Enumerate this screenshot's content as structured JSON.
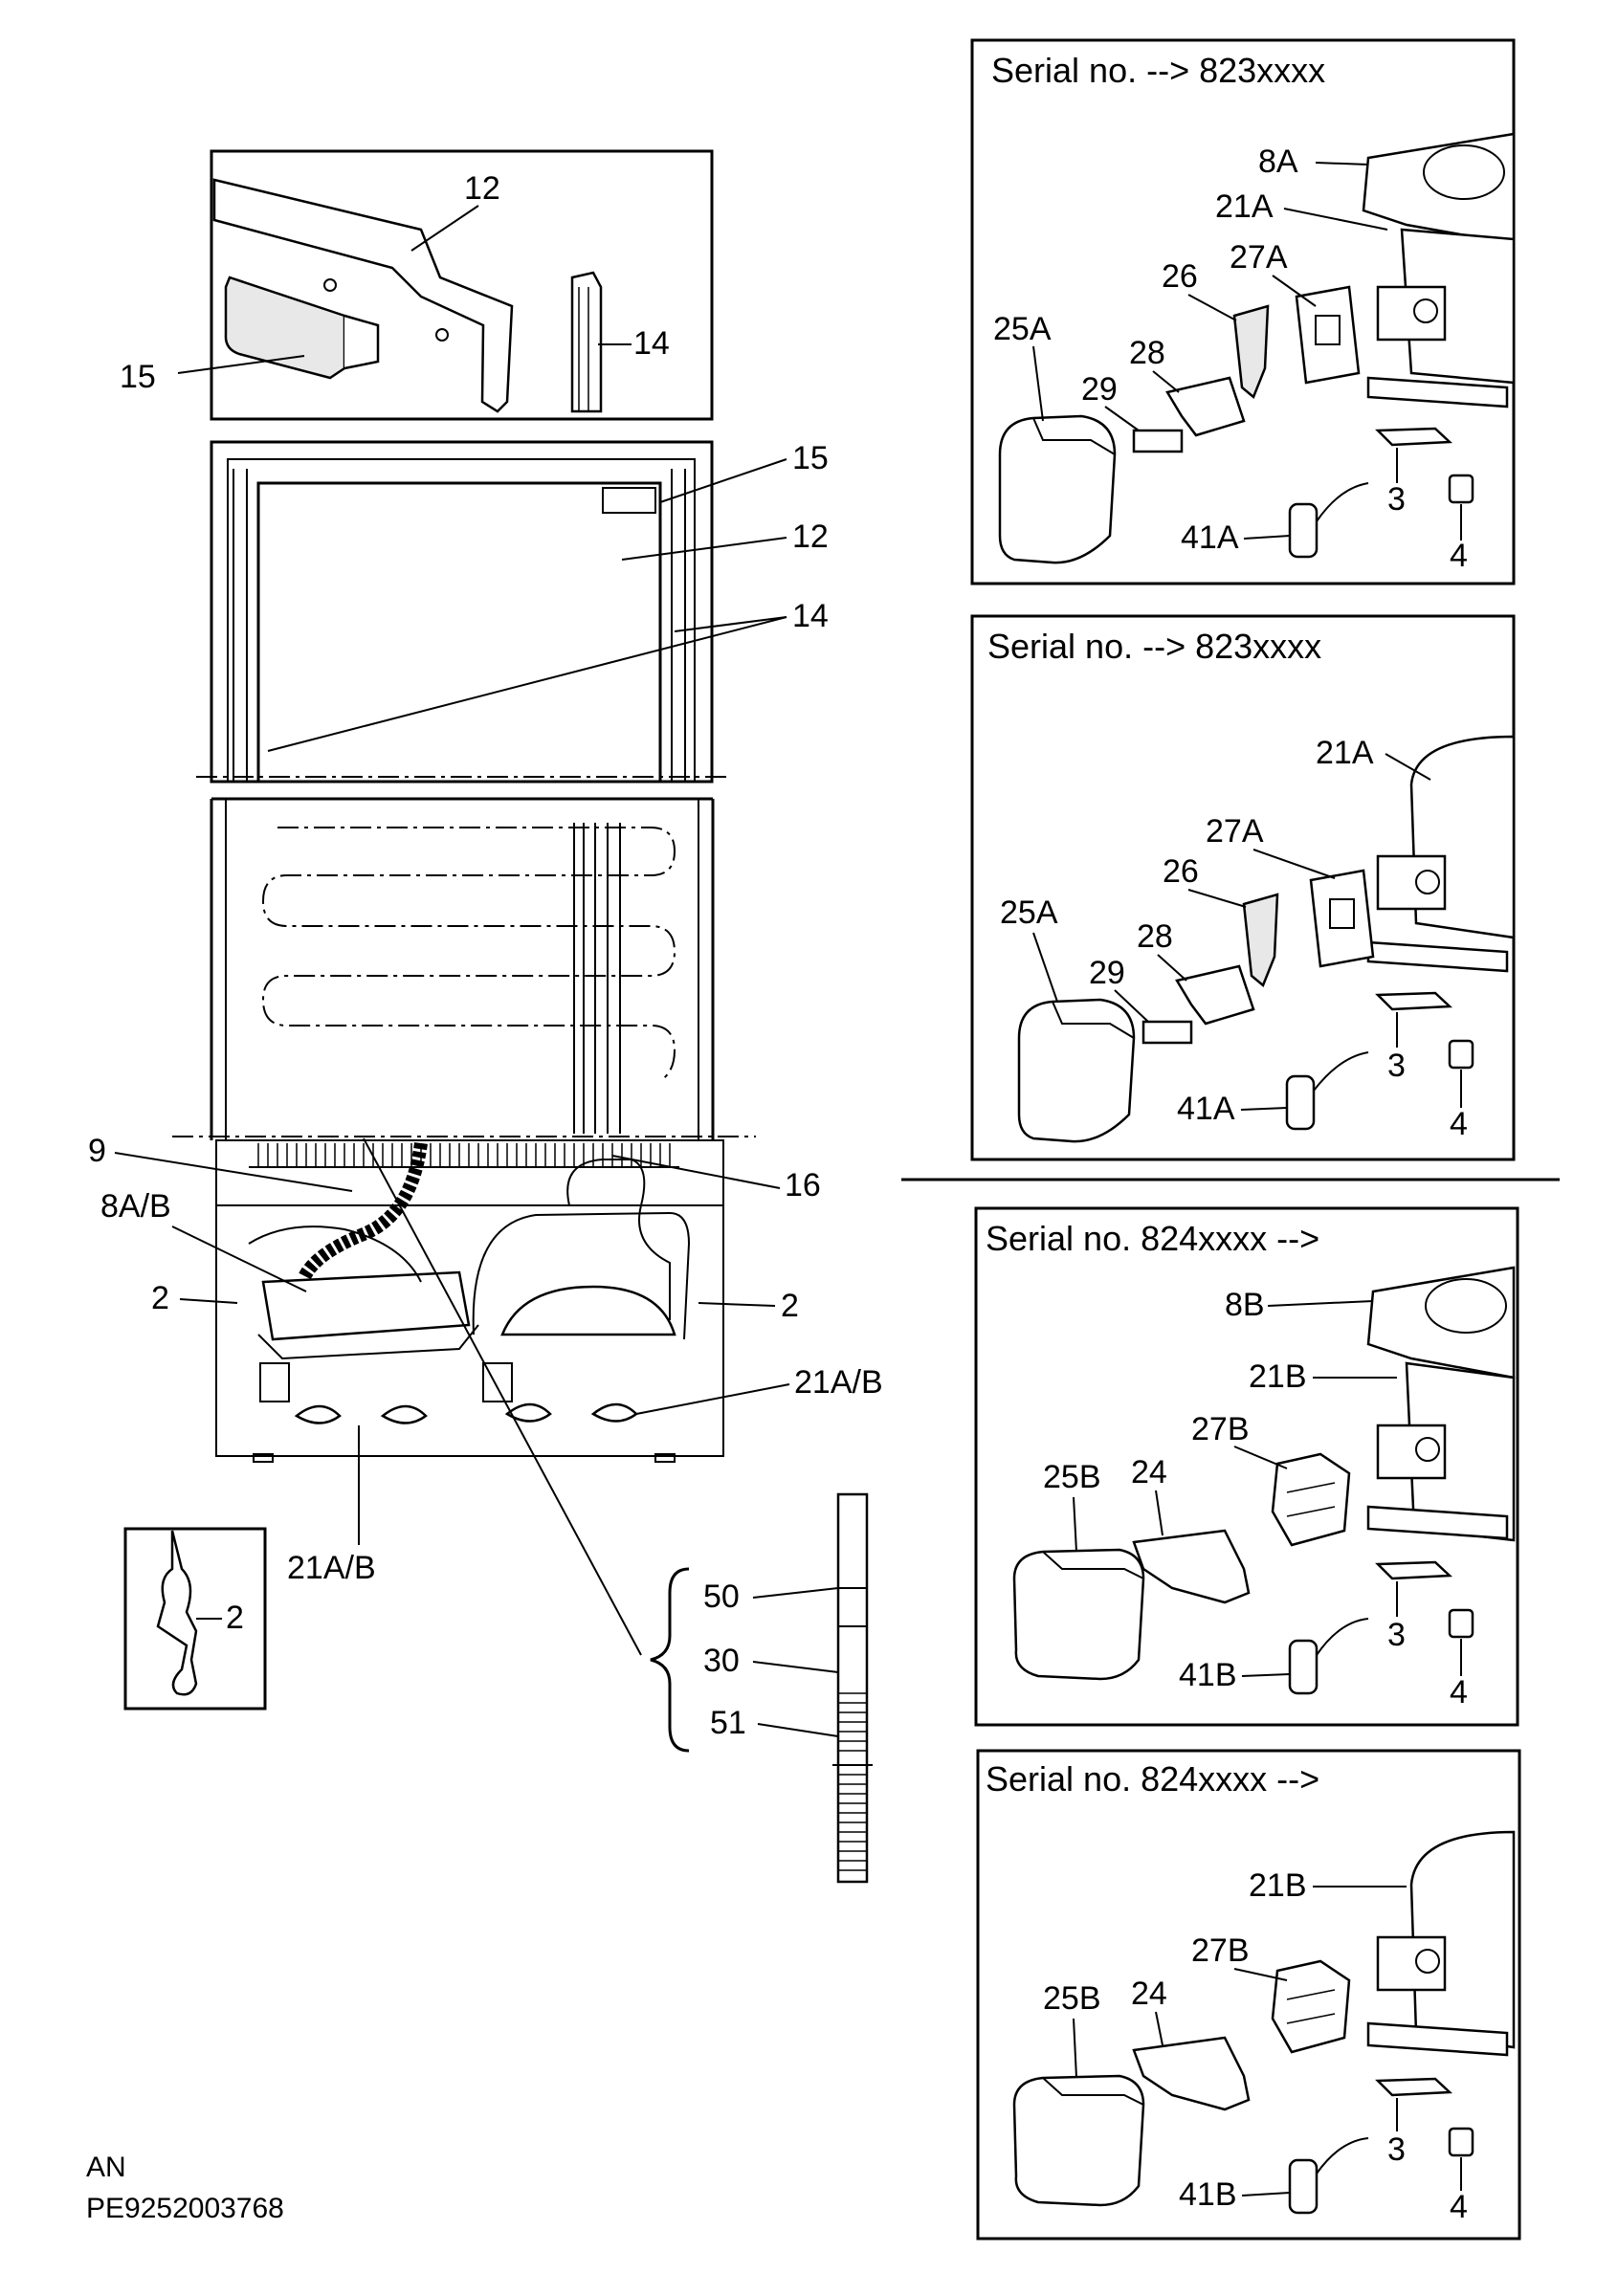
{
  "main_view": {
    "top_inset": {
      "labels": {
        "shelf": "12",
        "lamp_cover": "15",
        "gasket": "14"
      }
    },
    "door_labels": {
      "lamp": "15",
      "shelf": "12",
      "gasket": "14"
    },
    "machine_labels": {
      "l9": "9",
      "l8ab": "8A/B",
      "l2_left": "2",
      "l2_right": "2",
      "l16": "16",
      "l21ab_right": "21A/B",
      "l21ab_bottom": "21A/B"
    },
    "heater_inset": {
      "label": "2"
    },
    "drain_hose": {
      "l50": "50",
      "l30": "30",
      "l51": "51"
    }
  },
  "panels": [
    {
      "title": "Serial no. --> 823xxxx",
      "labels": {
        "l8A": "8A",
        "l21A": "21A",
        "l27A": "27A",
        "l26": "26",
        "l25A": "25A",
        "l28": "28",
        "l29": "29",
        "l3": "3",
        "l41A": "41A",
        "l4": "4"
      }
    },
    {
      "title": "Serial no. --> 823xxxx",
      "labels": {
        "l21A": "21A",
        "l27A": "27A",
        "l26": "26",
        "l25A": "25A",
        "l28": "28",
        "l29": "29",
        "l3": "3",
        "l41A": "41A",
        "l4": "4"
      }
    },
    {
      "title": "Serial no. 824xxxx -->",
      "labels": {
        "l8B": "8B",
        "l21B": "21B",
        "l27B": "27B",
        "l25B": "25B",
        "l24": "24",
        "l3": "3",
        "l41B": "41B",
        "l4": "4"
      }
    },
    {
      "title": "Serial no. 824xxxx -->",
      "labels": {
        "l21B": "21B",
        "l27B": "27B",
        "l25B": "25B",
        "l24": "24",
        "l3": "3",
        "l41B": "41B",
        "l4": "4"
      }
    }
  ],
  "footer": {
    "line1": "AN",
    "line2": "PE9252003768"
  }
}
